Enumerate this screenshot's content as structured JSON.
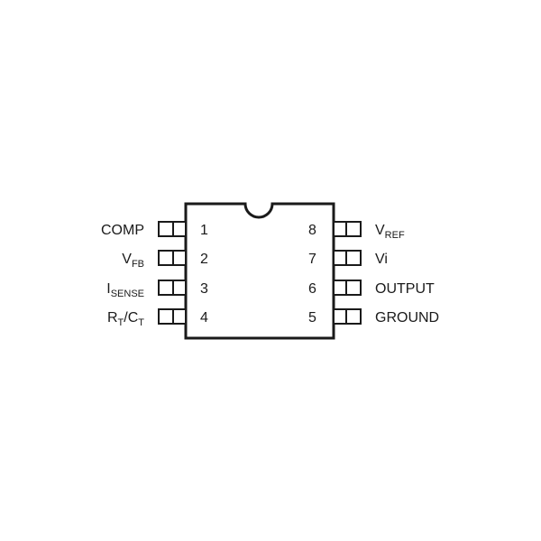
{
  "chip": {
    "left_pins": [
      {
        "number": "1",
        "label": "COMP",
        "sub": ""
      },
      {
        "number": "2",
        "label": "V",
        "sub": "FB"
      },
      {
        "number": "3",
        "label": "I",
        "sub": "SENSE"
      },
      {
        "number": "4",
        "label": "R",
        "sub": "T",
        "label2": "/C",
        "sub2": "T"
      }
    ],
    "right_pins": [
      {
        "number": "8",
        "label": "V",
        "sub": "REF"
      },
      {
        "number": "7",
        "label": "Vi",
        "sub": ""
      },
      {
        "number": "6",
        "label": "OUTPUT",
        "sub": ""
      },
      {
        "number": "5",
        "label": "GROUND",
        "sub": ""
      }
    ]
  },
  "colors": {
    "outline": "#1a1a1a",
    "background": "#ffffff"
  }
}
